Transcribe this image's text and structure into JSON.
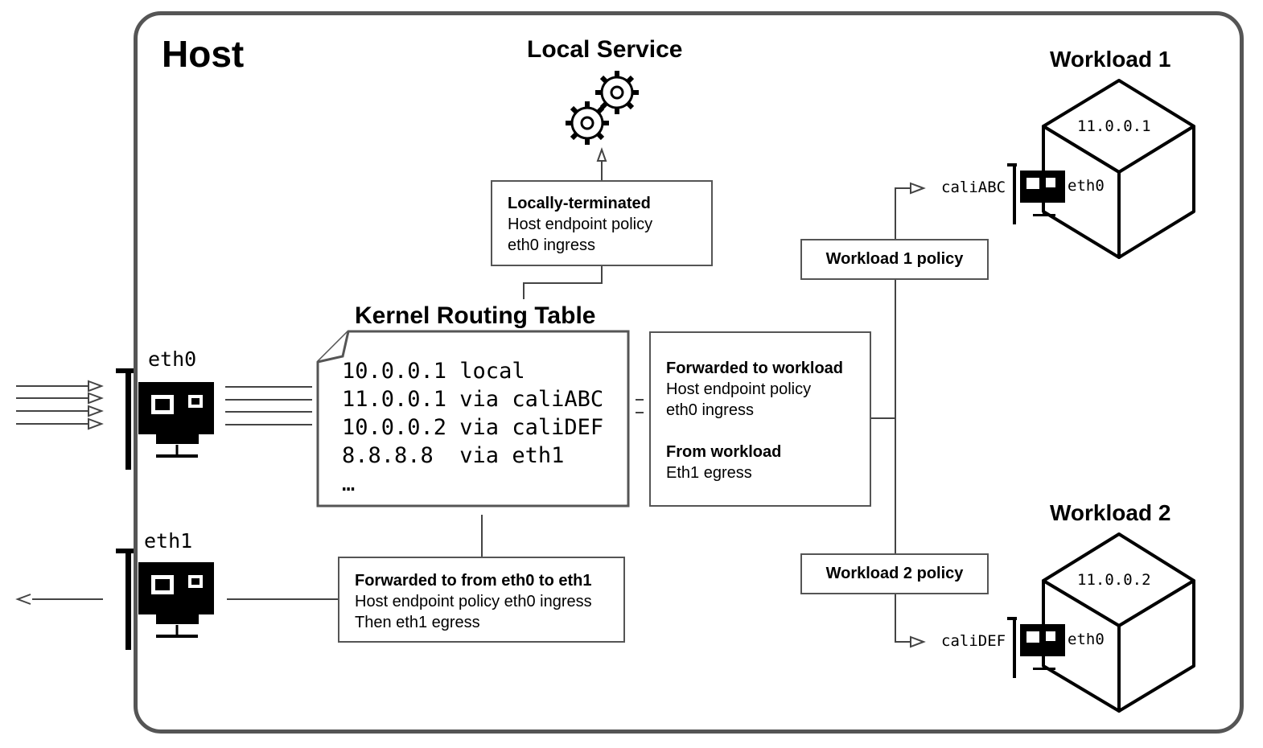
{
  "host": {
    "title": "Host"
  },
  "local_service": {
    "title": "Local Service",
    "icon": "gears-icon"
  },
  "routing_table": {
    "title": "Kernel Routing Table",
    "routes": [
      "10.0.0.1 local",
      "11.0.0.1 via caliABC",
      "10.0.0.2 via caliDEF",
      "8.8.8.8  via eth1",
      "…"
    ]
  },
  "interfaces": {
    "eth0": "eth0",
    "eth1": "eth1"
  },
  "locally_terminated": {
    "title": "Locally-terminated",
    "line1": "Host endpoint policy",
    "line2": "eth0 ingress"
  },
  "forwarded_workload": {
    "title": "Forwarded to workload",
    "line1": "Host endpoint policy",
    "line2": "eth0 ingress",
    "title2": "From workload",
    "line3": "Eth1 egress"
  },
  "forwarded_eth": {
    "title": "Forwarded to from eth0 to eth1",
    "line1": "Host endpoint policy eth0 ingress",
    "line2": "Then eth1 egress"
  },
  "workload1": {
    "title": "Workload 1",
    "ip": "11.0.0.1",
    "policy": "Workload 1 policy",
    "veth": "caliABC",
    "iface": "eth0"
  },
  "workload2": {
    "title": "Workload 2",
    "ip": "11.0.0.2",
    "policy": "Workload 2 policy",
    "veth": "caliDEF",
    "iface": "eth0"
  },
  "colors": {
    "frame": "#555555",
    "line": "#444444",
    "card": "#000000"
  }
}
